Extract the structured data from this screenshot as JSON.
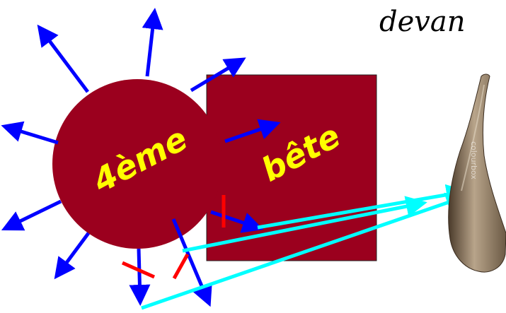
{
  "caption": {
    "text": "devan"
  },
  "circle": {
    "label": "4ème",
    "fill": "#9b001e"
  },
  "square": {
    "label": "bête",
    "fill": "#9b001e"
  },
  "colors": {
    "outward_arrow": "#0000ff",
    "cross_mark": "#ff0000",
    "link_arrow": "#00ffff",
    "label_text": "#ffff00"
  },
  "horn": {
    "icon": "horn-photo",
    "watermark": "colourbox"
  }
}
